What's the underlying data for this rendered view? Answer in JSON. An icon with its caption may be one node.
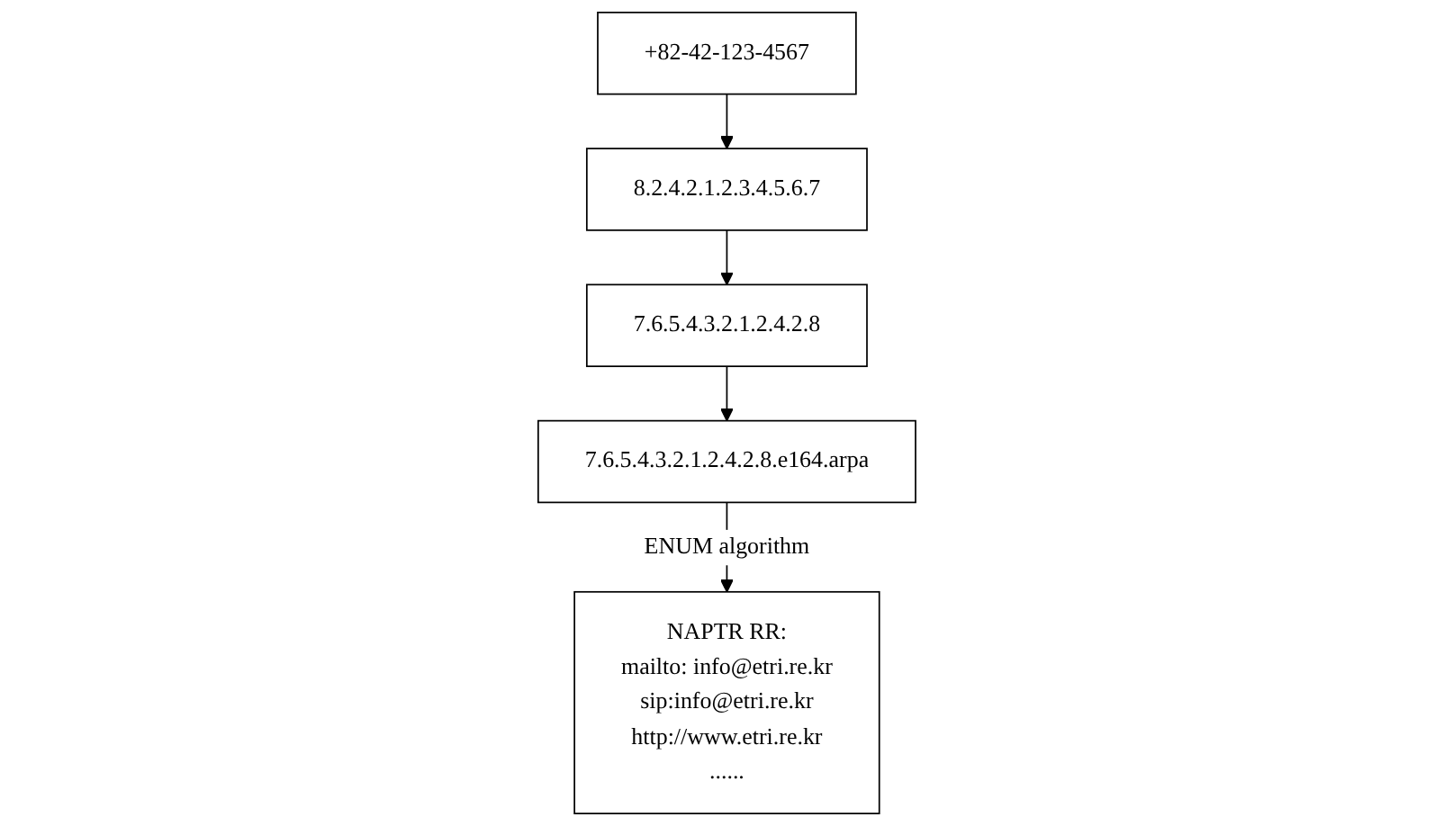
{
  "diagram": {
    "nodes": [
      {
        "text": [
          "+82-42-123-4567"
        ]
      },
      {
        "text": [
          "8.2.4.2.1.2.3.4.5.6.7"
        ]
      },
      {
        "text": [
          "7.6.5.4.3.2.1.2.4.2.8"
        ]
      },
      {
        "text": [
          "7.6.5.4.3.2.1.2.4.2.8.e164.arpa"
        ]
      },
      {
        "text": [
          "NAPTR RR:",
          "mailto: info@etri.re.kr",
          "sip:info@etri.re.kr",
          "http://www.etri.re.kr",
          "......"
        ]
      }
    ],
    "edges": [
      {
        "from": 0,
        "to": 1,
        "arrow": "to"
      },
      {
        "from": 1,
        "to": 2,
        "arrow": "to"
      },
      {
        "from": 2,
        "to": 3,
        "arrow": "to"
      },
      {
        "from": 3,
        "to": 4,
        "arrow": "to",
        "label": "ENUM algorithm"
      }
    ]
  }
}
